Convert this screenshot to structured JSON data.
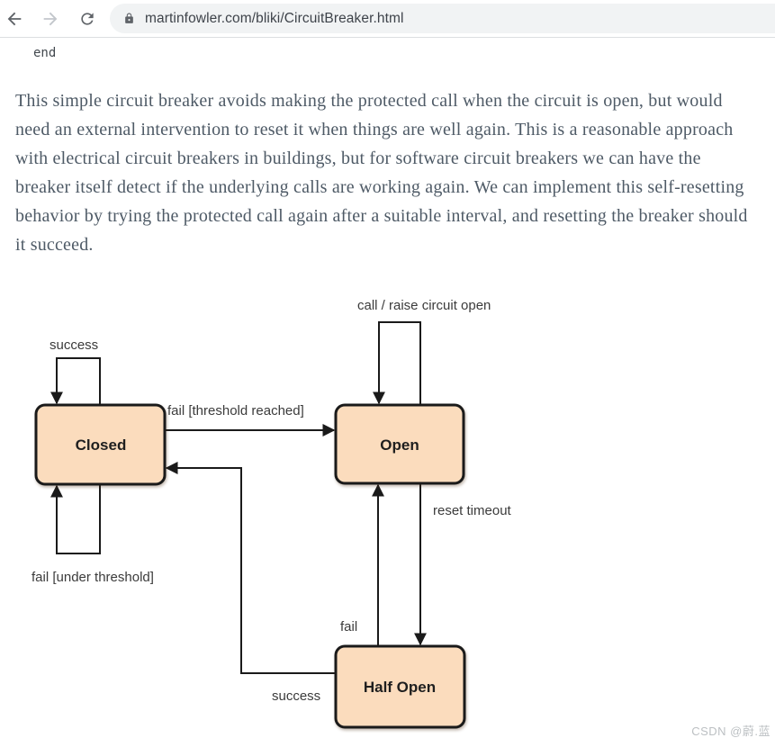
{
  "browser": {
    "url": "martinfowler.com/bliki/CircuitBreaker.html",
    "icons": [
      "back-icon",
      "forward-icon",
      "refresh-icon",
      "lock-icon"
    ]
  },
  "page": {
    "code_end": "end",
    "paragraph": "This simple circuit breaker avoids making the protected call when the circuit is open, but would need an external intervention to reset it when things are well again. This is a reasonable approach with electrical circuit breakers in buildings, but for software circuit breakers we can have the breaker itself detect if the underlying calls are working again. We can implement this self-resetting behavior by trying the protected call again after a suitable interval, and resetting the breaker should it succeed."
  },
  "diagram": {
    "states": [
      {
        "id": "closed",
        "label": "Closed"
      },
      {
        "id": "open",
        "label": "Open"
      },
      {
        "id": "half_open",
        "label": "Half Open"
      }
    ],
    "transitions": {
      "closed_self_top": "success",
      "closed_to_open": "fail [threshold reached]",
      "closed_self_bottom": "fail [under threshold]",
      "open_self_top": "call / raise circuit open",
      "open_to_half_open": "reset timeout",
      "half_open_to_open": "fail",
      "half_open_to_closed": "success"
    },
    "colors": {
      "state_fill": "#fbdcbd",
      "state_border": "#1a1a1a",
      "arrow": "#1a1a1a",
      "label": "#3b3b3b"
    }
  },
  "watermark": "CSDN @蔚.蓝"
}
